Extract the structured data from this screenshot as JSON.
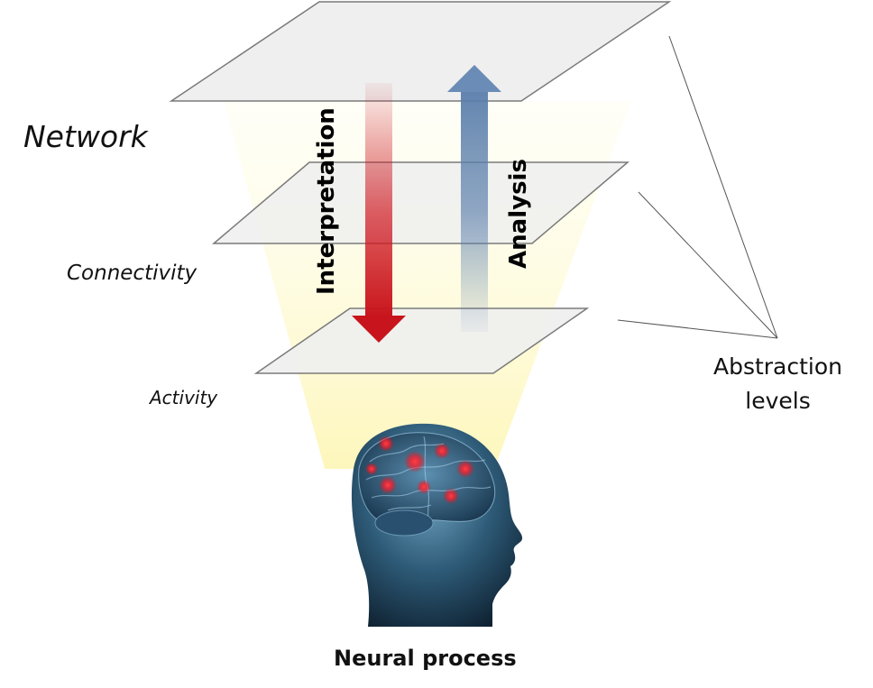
{
  "diagram": {
    "levels": [
      {
        "label": "Network"
      },
      {
        "label": "Connectivity"
      },
      {
        "label": "Activity"
      }
    ],
    "arrows": {
      "down_label": "Interpretation",
      "up_label": "Analysis",
      "down_color": "#c8141c",
      "up_color": "#5a7eab"
    },
    "abstraction_label": "Abstraction levels",
    "neural_label": "Neural process",
    "icons": [
      "brain-head-icon"
    ]
  }
}
